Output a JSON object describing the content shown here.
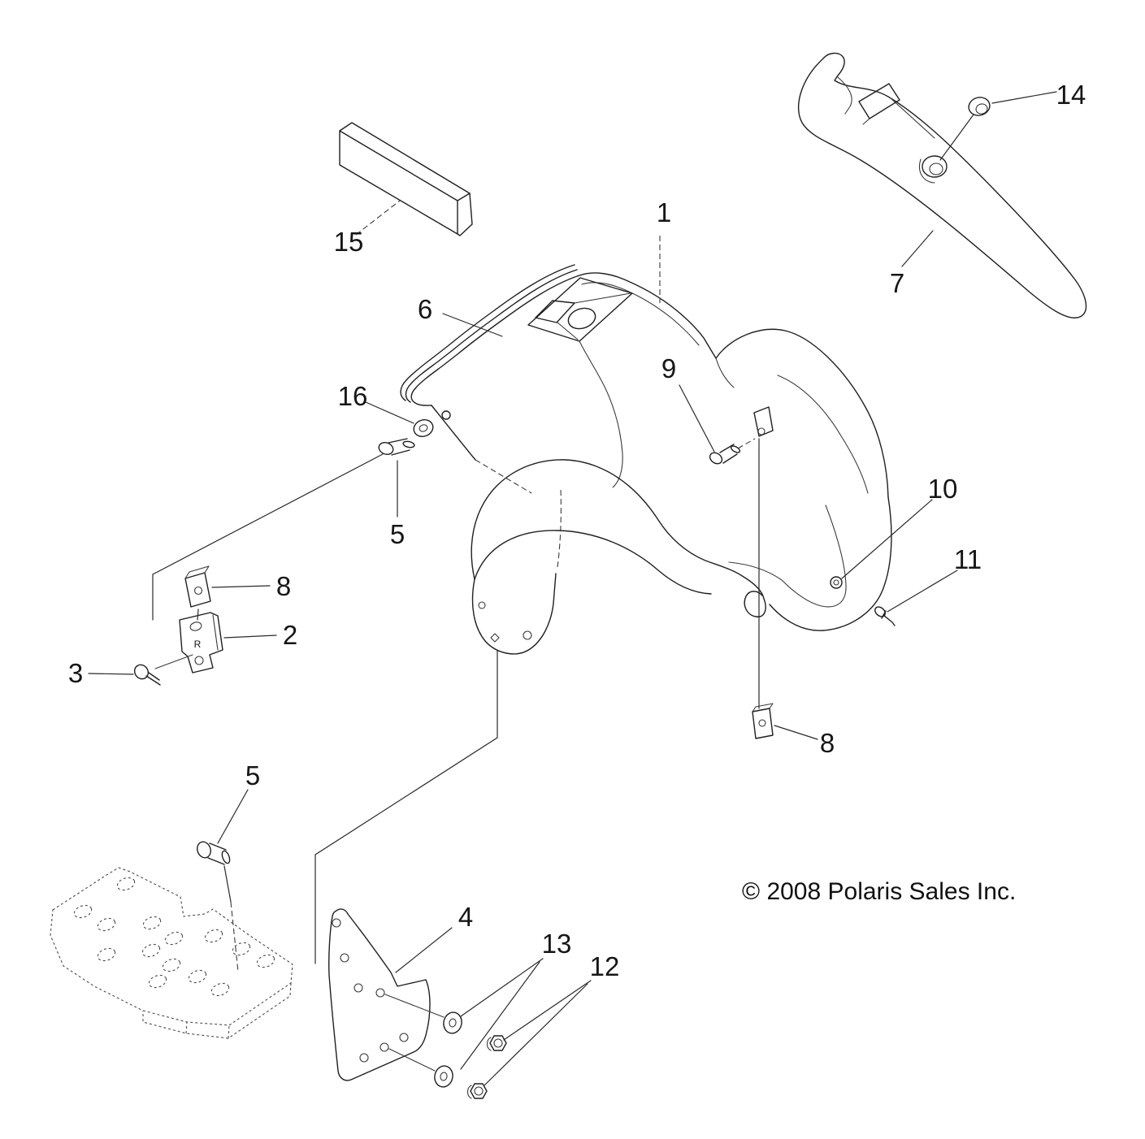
{
  "diagram": {
    "type": "exploded-parts-diagram",
    "copyright": "© 2008 Polaris Sales Inc.",
    "bracket_marking": "R",
    "callouts": [
      {
        "label": "1",
        "points_to": "front-fender-panel"
      },
      {
        "label": "2",
        "points_to": "mounting-bracket"
      },
      {
        "label": "3",
        "points_to": "screw"
      },
      {
        "label": "4",
        "points_to": "splash-guard-plate"
      },
      {
        "label": "5",
        "points_to": "flange-bolt",
        "instances": 2
      },
      {
        "label": "6",
        "points_to": "fender-edge-molding"
      },
      {
        "label": "7",
        "points_to": "side-cover-panel"
      },
      {
        "label": "8",
        "points_to": "clip-nut",
        "instances": 2
      },
      {
        "label": "9",
        "points_to": "bolt"
      },
      {
        "label": "10",
        "points_to": "push-rivet"
      },
      {
        "label": "11",
        "points_to": "screw"
      },
      {
        "label": "12",
        "points_to": "nut",
        "instances": 2
      },
      {
        "label": "13",
        "points_to": "washer",
        "instances": 2
      },
      {
        "label": "14",
        "points_to": "grommet"
      },
      {
        "label": "15",
        "points_to": "foam-pad-strip"
      },
      {
        "label": "16",
        "points_to": "washer"
      }
    ]
  }
}
